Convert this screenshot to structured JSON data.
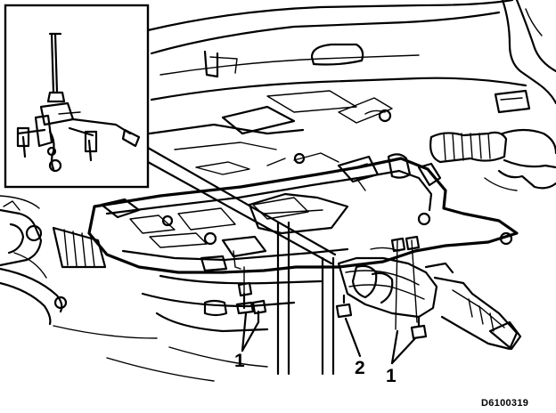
{
  "figure": {
    "callouts": [
      {
        "id": "bolts-left",
        "label": "1"
      },
      {
        "id": "center-bolt",
        "label": "2"
      },
      {
        "id": "bolts-right",
        "label": "1"
      }
    ],
    "reference_code": "D6100319"
  }
}
